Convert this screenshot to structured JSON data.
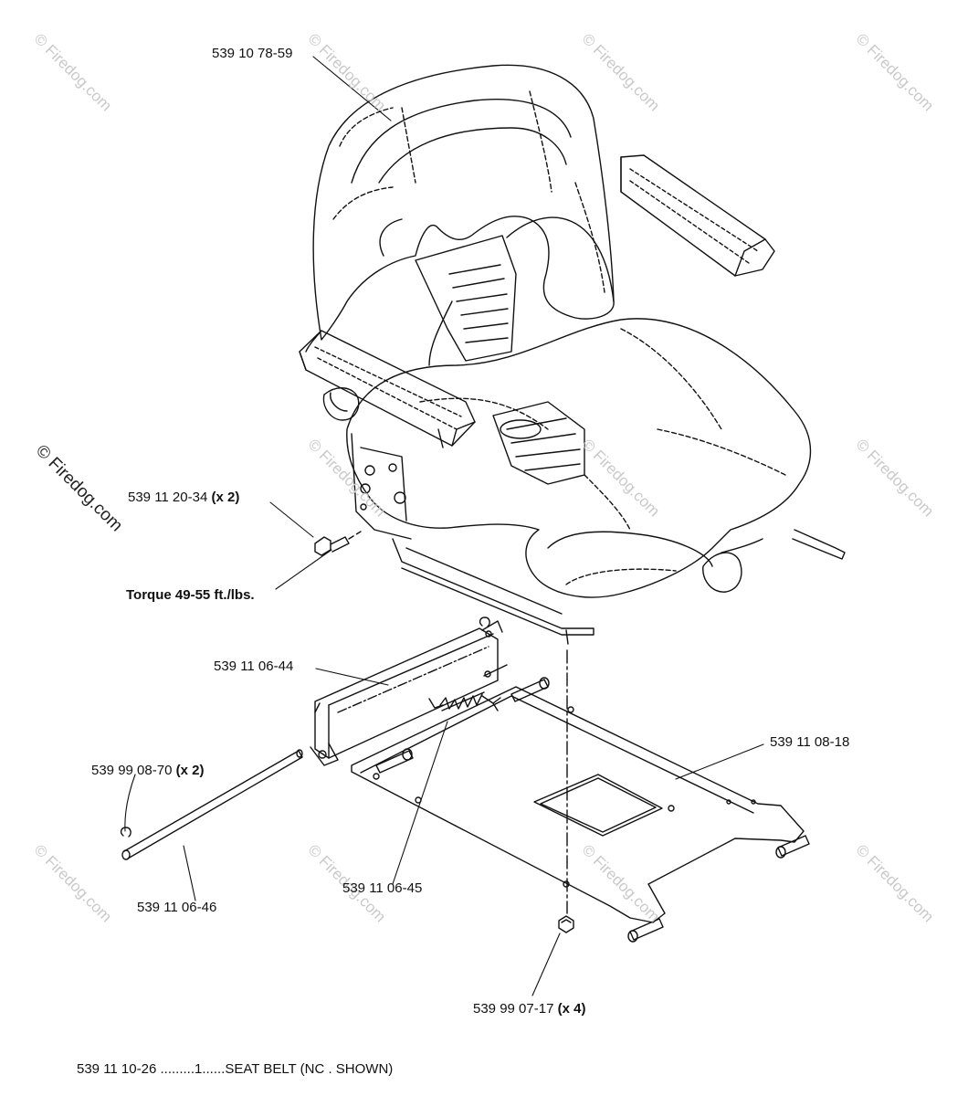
{
  "labels": {
    "seat": "539 10 78-59",
    "bolt": "539 11 20-34",
    "bolt_qty": "(x 2)",
    "torque": "Torque 49-55 ft./lbs.",
    "rail": "539 11 06-44",
    "plate": "539 11 08-18",
    "clip": "539 99 08-70",
    "clip_qty": "(x 2)",
    "rod": "539 11 06-46",
    "spring": "539 11 06-45",
    "nut": "539 99 07-17",
    "nut_qty": "(x 4)"
  },
  "footer": {
    "part": "539 11 10-26",
    "dots1": ".........",
    "qty": "1",
    "dots2": "......",
    "desc": "SEAT BELT (NC . SHOWN)"
  },
  "watermark": {
    "text": "© Firedog.com"
  },
  "colors": {
    "line": "#111111",
    "watermark": "#c9c9c9"
  }
}
